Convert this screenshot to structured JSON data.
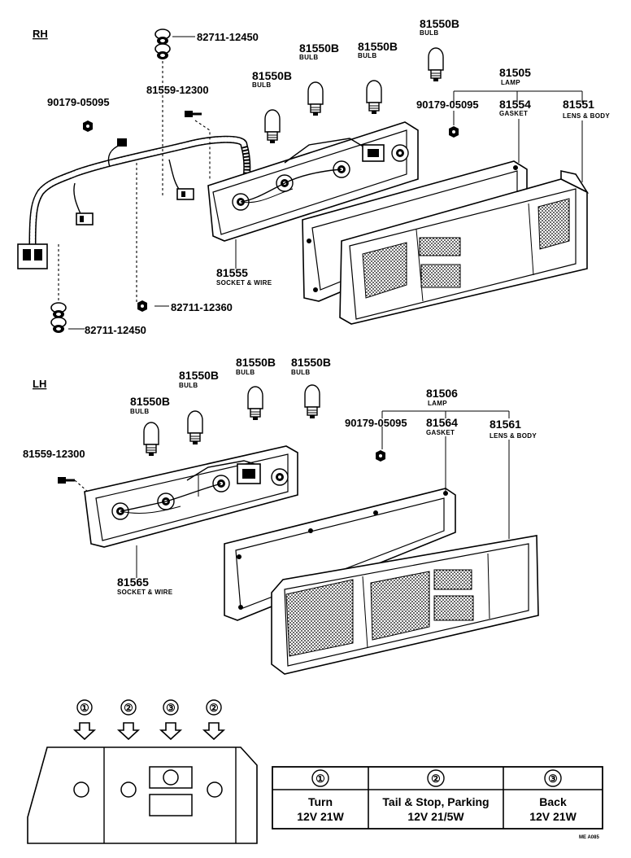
{
  "sections": {
    "rh": "RH",
    "lh": "LH"
  },
  "rh": {
    "parts": [
      {
        "id": "p-82711-12450-top",
        "number": "82711-12450",
        "sub": ""
      },
      {
        "id": "p-81559-12300-rh",
        "number": "81559-12300",
        "sub": ""
      },
      {
        "id": "p-90179-05095-rh-left",
        "number": "90179-05095",
        "sub": ""
      },
      {
        "id": "p-bulb-1",
        "number": "81550B",
        "sub": "BULB"
      },
      {
        "id": "p-bulb-2",
        "number": "81550B",
        "sub": "BULB"
      },
      {
        "id": "p-bulb-3",
        "number": "81550B",
        "sub": "BULB"
      },
      {
        "id": "p-bulb-4",
        "number": "81550B",
        "sub": "BULB"
      },
      {
        "id": "p-81505",
        "number": "81505",
        "sub": "LAMP"
      },
      {
        "id": "p-90179-05095-rh",
        "number": "90179-05095",
        "sub": ""
      },
      {
        "id": "p-81554",
        "number": "81554",
        "sub": "GASKET"
      },
      {
        "id": "p-81551",
        "number": "81551",
        "sub": "LENS & BODY"
      },
      {
        "id": "p-81555",
        "number": "81555",
        "sub": "SOCKET & WIRE"
      },
      {
        "id": "p-82711-12360",
        "number": "82711-12360",
        "sub": ""
      },
      {
        "id": "p-82711-12450-bottom",
        "number": "82711-12450",
        "sub": ""
      }
    ]
  },
  "lh": {
    "parts": [
      {
        "id": "p-lh-bulb-1",
        "number": "81550B",
        "sub": "BULB"
      },
      {
        "id": "p-lh-bulb-2",
        "number": "81550B",
        "sub": "BULB"
      },
      {
        "id": "p-lh-bulb-3",
        "number": "81550B",
        "sub": "BULB"
      },
      {
        "id": "p-lh-bulb-4",
        "number": "81550B",
        "sub": "BULB"
      },
      {
        "id": "p-81506",
        "number": "81506",
        "sub": "LAMP"
      },
      {
        "id": "p-90179-05095-lh",
        "number": "90179-05095",
        "sub": ""
      },
      {
        "id": "p-81564",
        "number": "81564",
        "sub": "GASKET"
      },
      {
        "id": "p-81561",
        "number": "81561",
        "sub": "LENS & BODY"
      },
      {
        "id": "p-81559-12300-lh",
        "number": "81559-12300",
        "sub": ""
      },
      {
        "id": "p-81565",
        "number": "81565",
        "sub": "SOCKET & WIRE"
      }
    ]
  },
  "legend": {
    "markers": [
      "①",
      "②",
      "③",
      "②"
    ],
    "table": [
      {
        "num": "①",
        "name": "Turn",
        "spec": "12V 21W"
      },
      {
        "num": "②",
        "name": "Tail & Stop, Parking",
        "spec": "12V 21/5W"
      },
      {
        "num": "③",
        "name": "Back",
        "spec": "12V 21W"
      }
    ]
  },
  "footer": {
    "code": "ME A085"
  }
}
